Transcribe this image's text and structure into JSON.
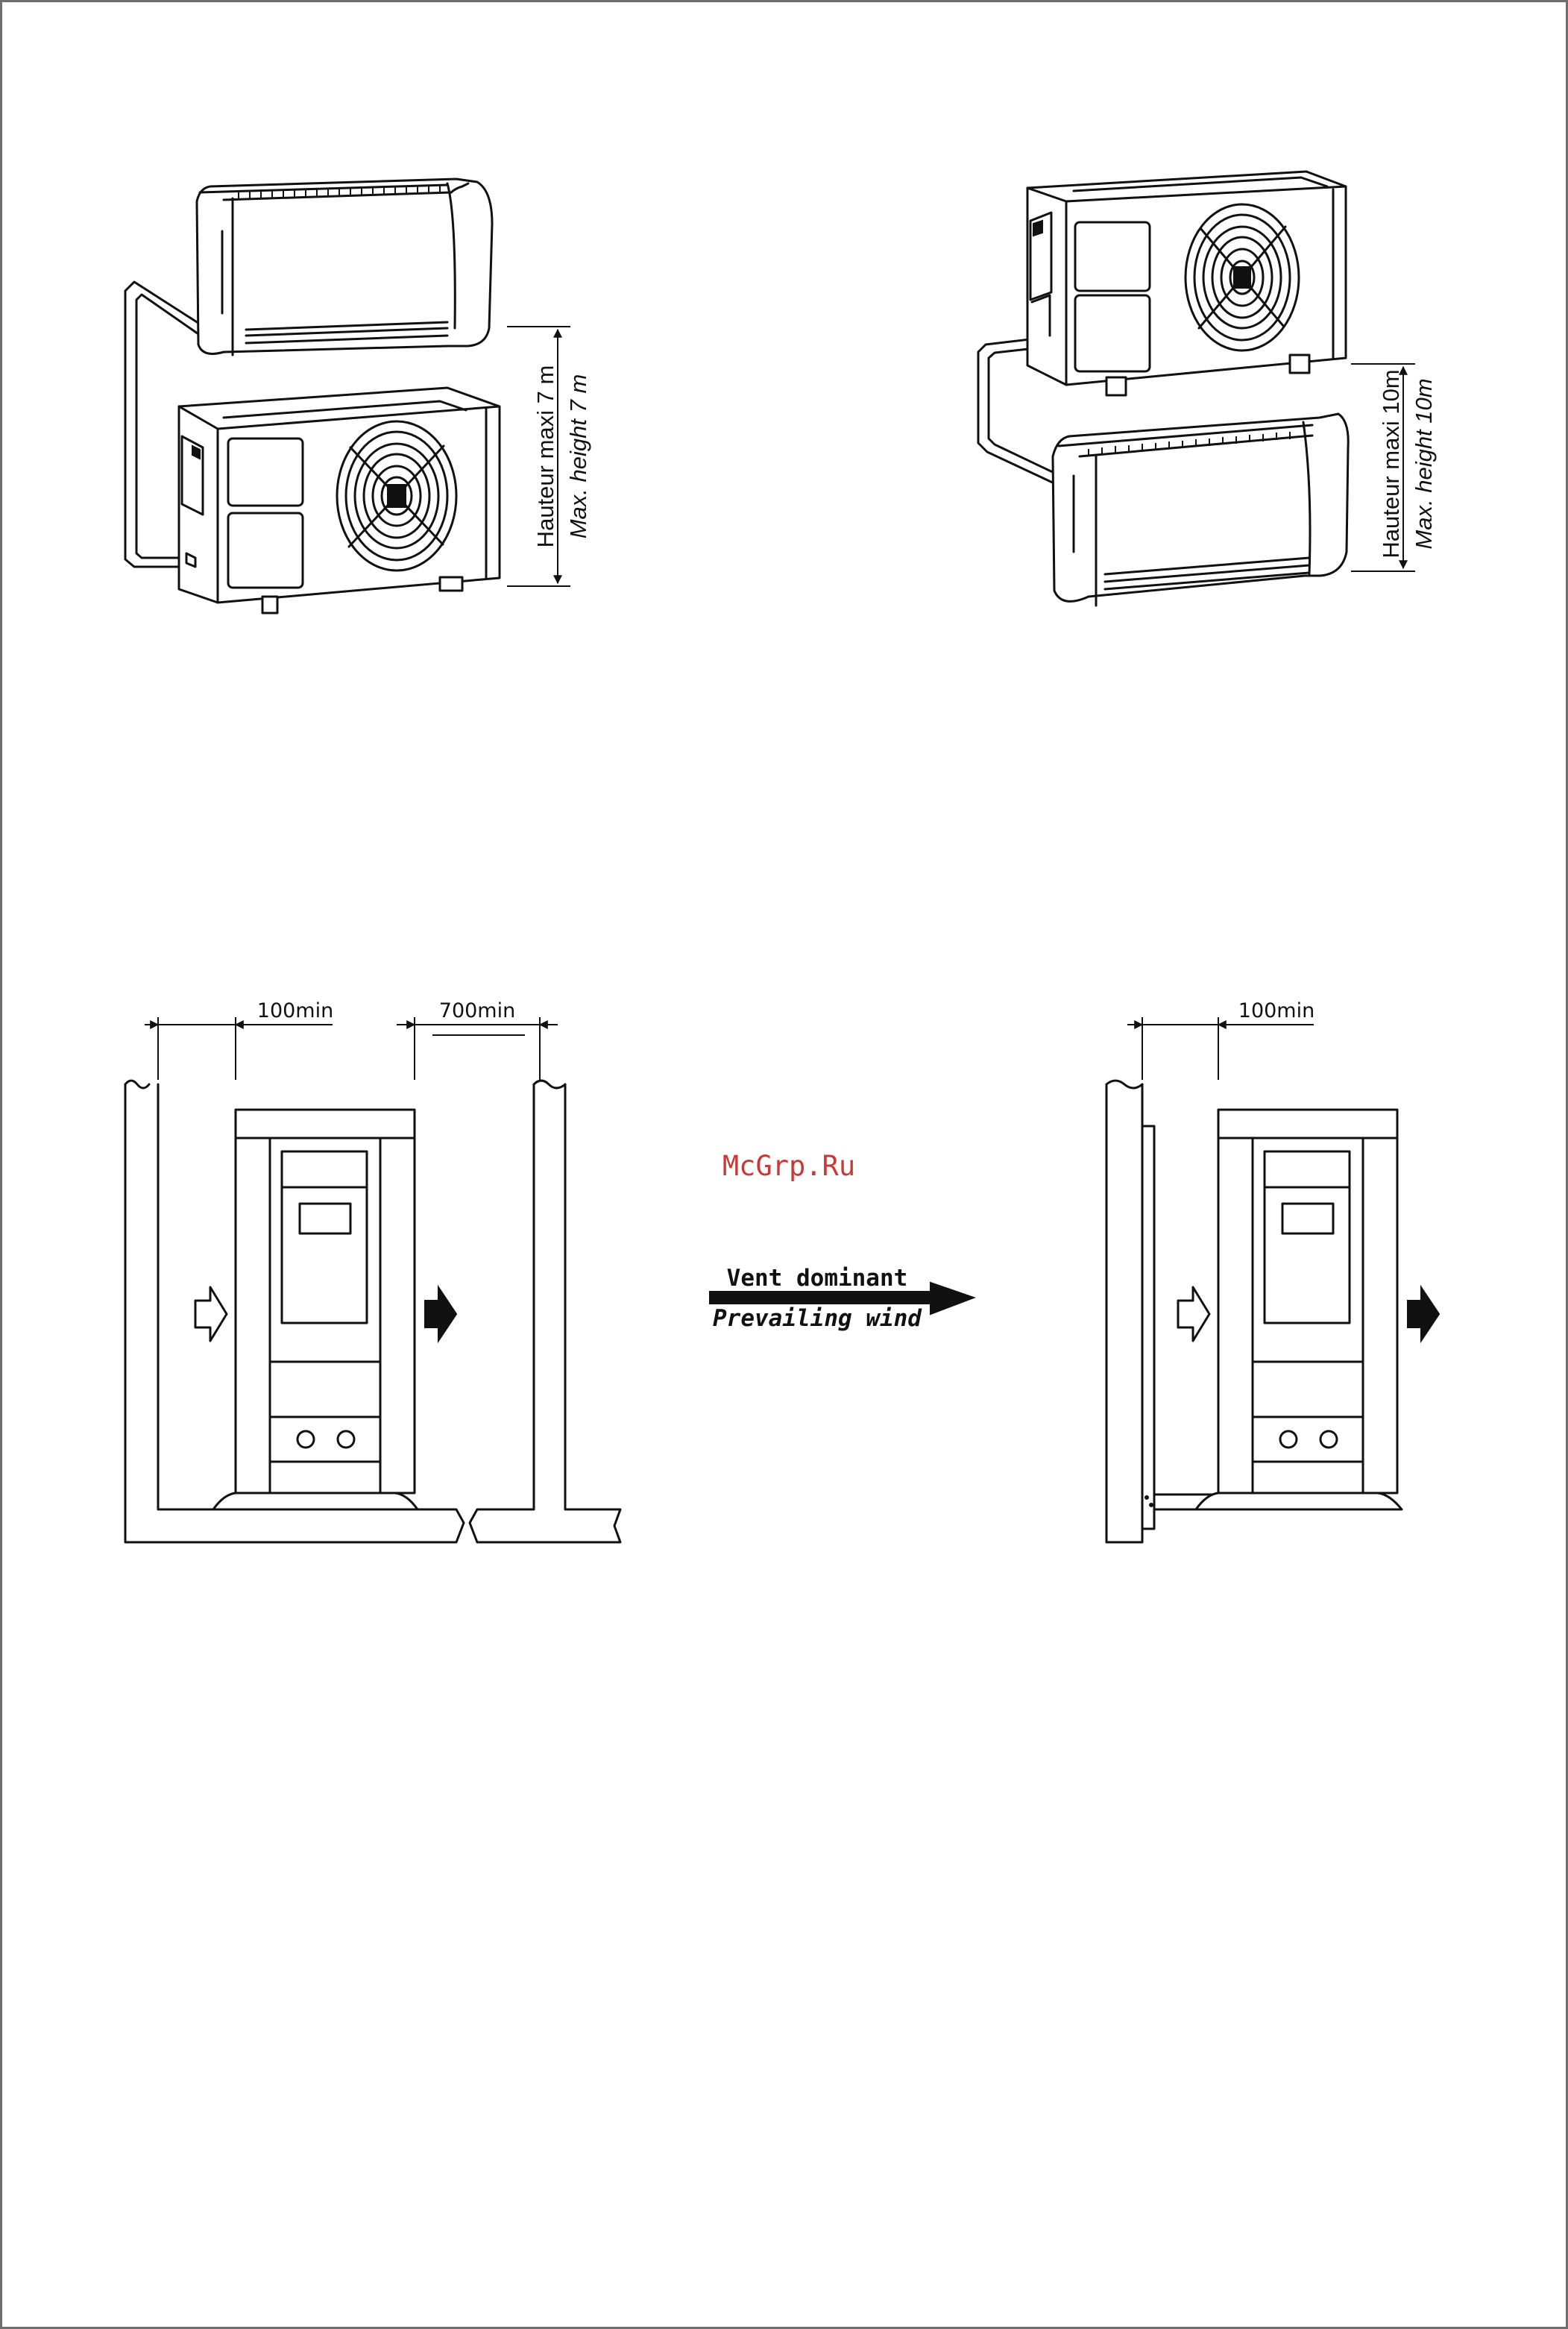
{
  "figure_top_left": {
    "height_fr": "Hauteur maxi 7 m",
    "height_en": "Max. height 7 m"
  },
  "figure_top_right": {
    "height_fr": "Hauteur maxi 10m",
    "height_en": "Max. height 10m"
  },
  "clearance_left": {
    "side_label": "100min",
    "front_label": "700min"
  },
  "clearance_right": {
    "side_label": "100min"
  },
  "wind": {
    "label_fr": "Vent dominant",
    "label_en": "Prevailing wind"
  },
  "watermark": "McGrp.Ru"
}
